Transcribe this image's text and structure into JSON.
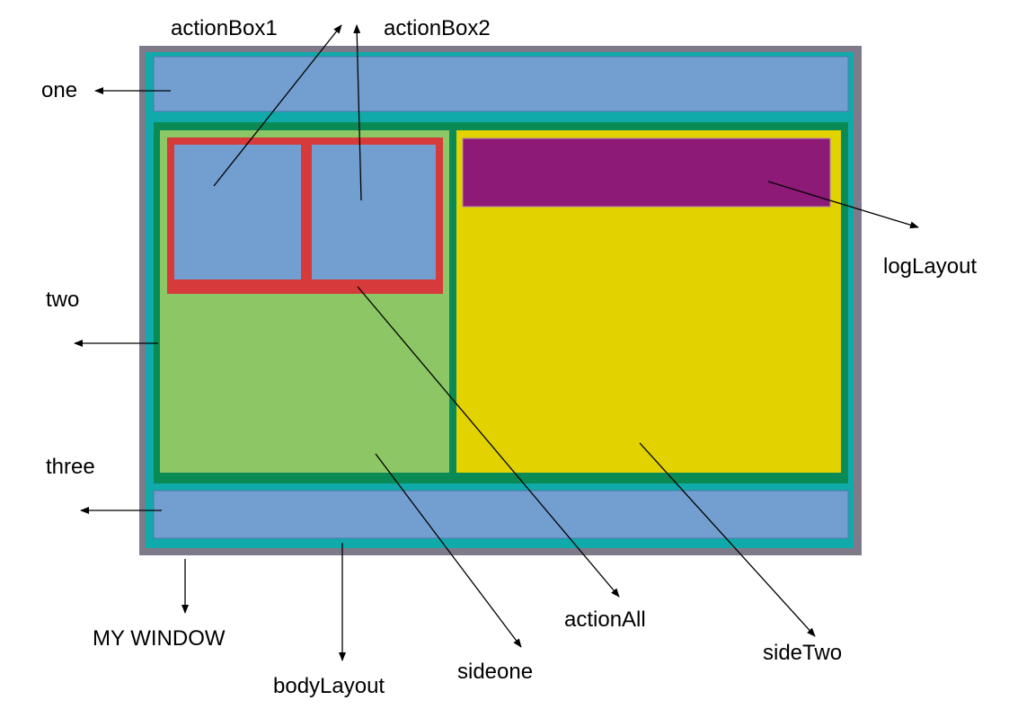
{
  "labels": {
    "action_box_1": "actionBox1",
    "action_box_2": "actionBox2",
    "one": "one",
    "two": "two",
    "three": "three",
    "log_layout": "logLayout",
    "my_window": "MY WINDOW",
    "body_layout": "bodyLayout",
    "side_one": "sideone",
    "action_all": "actionAll",
    "side_two": "sideTwo"
  },
  "colors": {
    "window_frame": "#7f7a8a",
    "body_layout": "#10aaaa",
    "layout_two": "#0a8a55",
    "panel_blue": "#729fcf",
    "side_one": "#8cc665",
    "action_all": "#d63a3a",
    "side_two": "#e1d200",
    "log_layout": "#8e1a78",
    "arrow": "#000000"
  }
}
